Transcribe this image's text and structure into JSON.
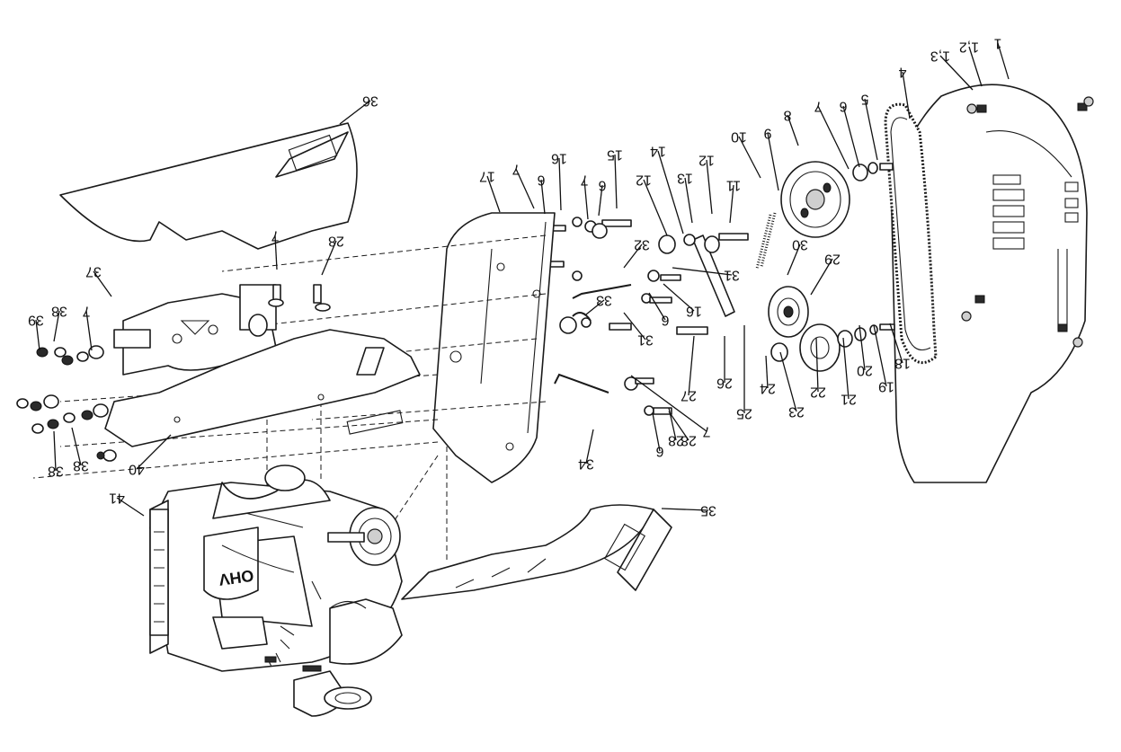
{
  "figure": {
    "orientation": "rotated-180",
    "line_color": "#1a1a1a",
    "background": "#ffffff"
  },
  "callouts": [
    {
      "id": "c1",
      "label": "1"
    },
    {
      "id": "c1_2",
      "label": "1,2"
    },
    {
      "id": "c1_3",
      "label": "1,3"
    },
    {
      "id": "c4",
      "label": "4"
    },
    {
      "id": "c5",
      "label": "5"
    },
    {
      "id": "c6a",
      "label": "6"
    },
    {
      "id": "c7a",
      "label": "7"
    },
    {
      "id": "c8",
      "label": "8"
    },
    {
      "id": "c9a",
      "label": "9"
    },
    {
      "id": "c10",
      "label": "10"
    },
    {
      "id": "c11",
      "label": "11"
    },
    {
      "id": "c12a",
      "label": "12"
    },
    {
      "id": "c13",
      "label": "13"
    },
    {
      "id": "c14",
      "label": "14"
    },
    {
      "id": "c12b",
      "label": "12"
    },
    {
      "id": "c15",
      "label": "15"
    },
    {
      "id": "c6b",
      "label": "6"
    },
    {
      "id": "c7b",
      "label": "7"
    },
    {
      "id": "c16a",
      "label": "16"
    },
    {
      "id": "c6c",
      "label": "6"
    },
    {
      "id": "c7c",
      "label": "7"
    },
    {
      "id": "c17",
      "label": "17"
    },
    {
      "id": "c18",
      "label": "18"
    },
    {
      "id": "c19",
      "label": "19"
    },
    {
      "id": "c20",
      "label": "20"
    },
    {
      "id": "c21",
      "label": "21"
    },
    {
      "id": "c22",
      "label": "22"
    },
    {
      "id": "c23",
      "label": "23"
    },
    {
      "id": "c24",
      "label": "24"
    },
    {
      "id": "c25",
      "label": "25"
    },
    {
      "id": "c26",
      "label": "26"
    },
    {
      "id": "c27",
      "label": "27"
    },
    {
      "id": "c28a",
      "label": "28"
    },
    {
      "id": "c29",
      "label": "29"
    },
    {
      "id": "c30",
      "label": "30"
    },
    {
      "id": "c31a",
      "label": "31"
    },
    {
      "id": "c16b",
      "label": "16"
    },
    {
      "id": "c6d",
      "label": "6"
    },
    {
      "id": "c32",
      "label": "32"
    },
    {
      "id": "c33",
      "label": "33"
    },
    {
      "id": "c31b",
      "label": "31"
    },
    {
      "id": "c7d",
      "label": "7"
    },
    {
      "id": "c6e",
      "label": "6"
    },
    {
      "id": "c28b",
      "label": "28"
    },
    {
      "id": "c34",
      "label": "34"
    },
    {
      "id": "c35",
      "label": "35"
    },
    {
      "id": "c36",
      "label": "36"
    },
    {
      "id": "c7e",
      "label": "7"
    },
    {
      "id": "c28c",
      "label": "28"
    },
    {
      "id": "c37",
      "label": "37"
    },
    {
      "id": "c7f",
      "label": "7"
    },
    {
      "id": "c38a",
      "label": "38"
    },
    {
      "id": "c39",
      "label": "39"
    },
    {
      "id": "c38b",
      "label": "38"
    },
    {
      "id": "c38c",
      "label": "38"
    },
    {
      "id": "c40",
      "label": "40"
    },
    {
      "id": "c41",
      "label": "41"
    }
  ],
  "engine_text": "OHV"
}
